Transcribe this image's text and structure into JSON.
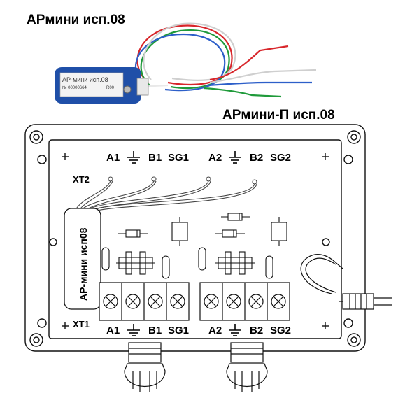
{
  "photo": {
    "title": "АРмини исп.08",
    "label_text": "АР-мини исп.08",
    "serial": "№ 00000664",
    "rev": "R00",
    "wire_colors": {
      "red": "#d8262b",
      "green": "#1f9a3a",
      "blue": "#2d5fc9",
      "white": "#e9e9e9",
      "body": "#1f4fa8"
    }
  },
  "diagram": {
    "title": "АРмини-П исп.08",
    "module_label": "АР-мини исп08",
    "xt2_label": "XT2",
    "xt1_label": "XT1",
    "top_terminals": [
      "A1",
      "B1",
      "SG1",
      "A2",
      "B2",
      "SG2"
    ],
    "bottom_terminals": [
      "A1",
      "B1",
      "SG1",
      "A2",
      "B2",
      "SG2"
    ]
  }
}
